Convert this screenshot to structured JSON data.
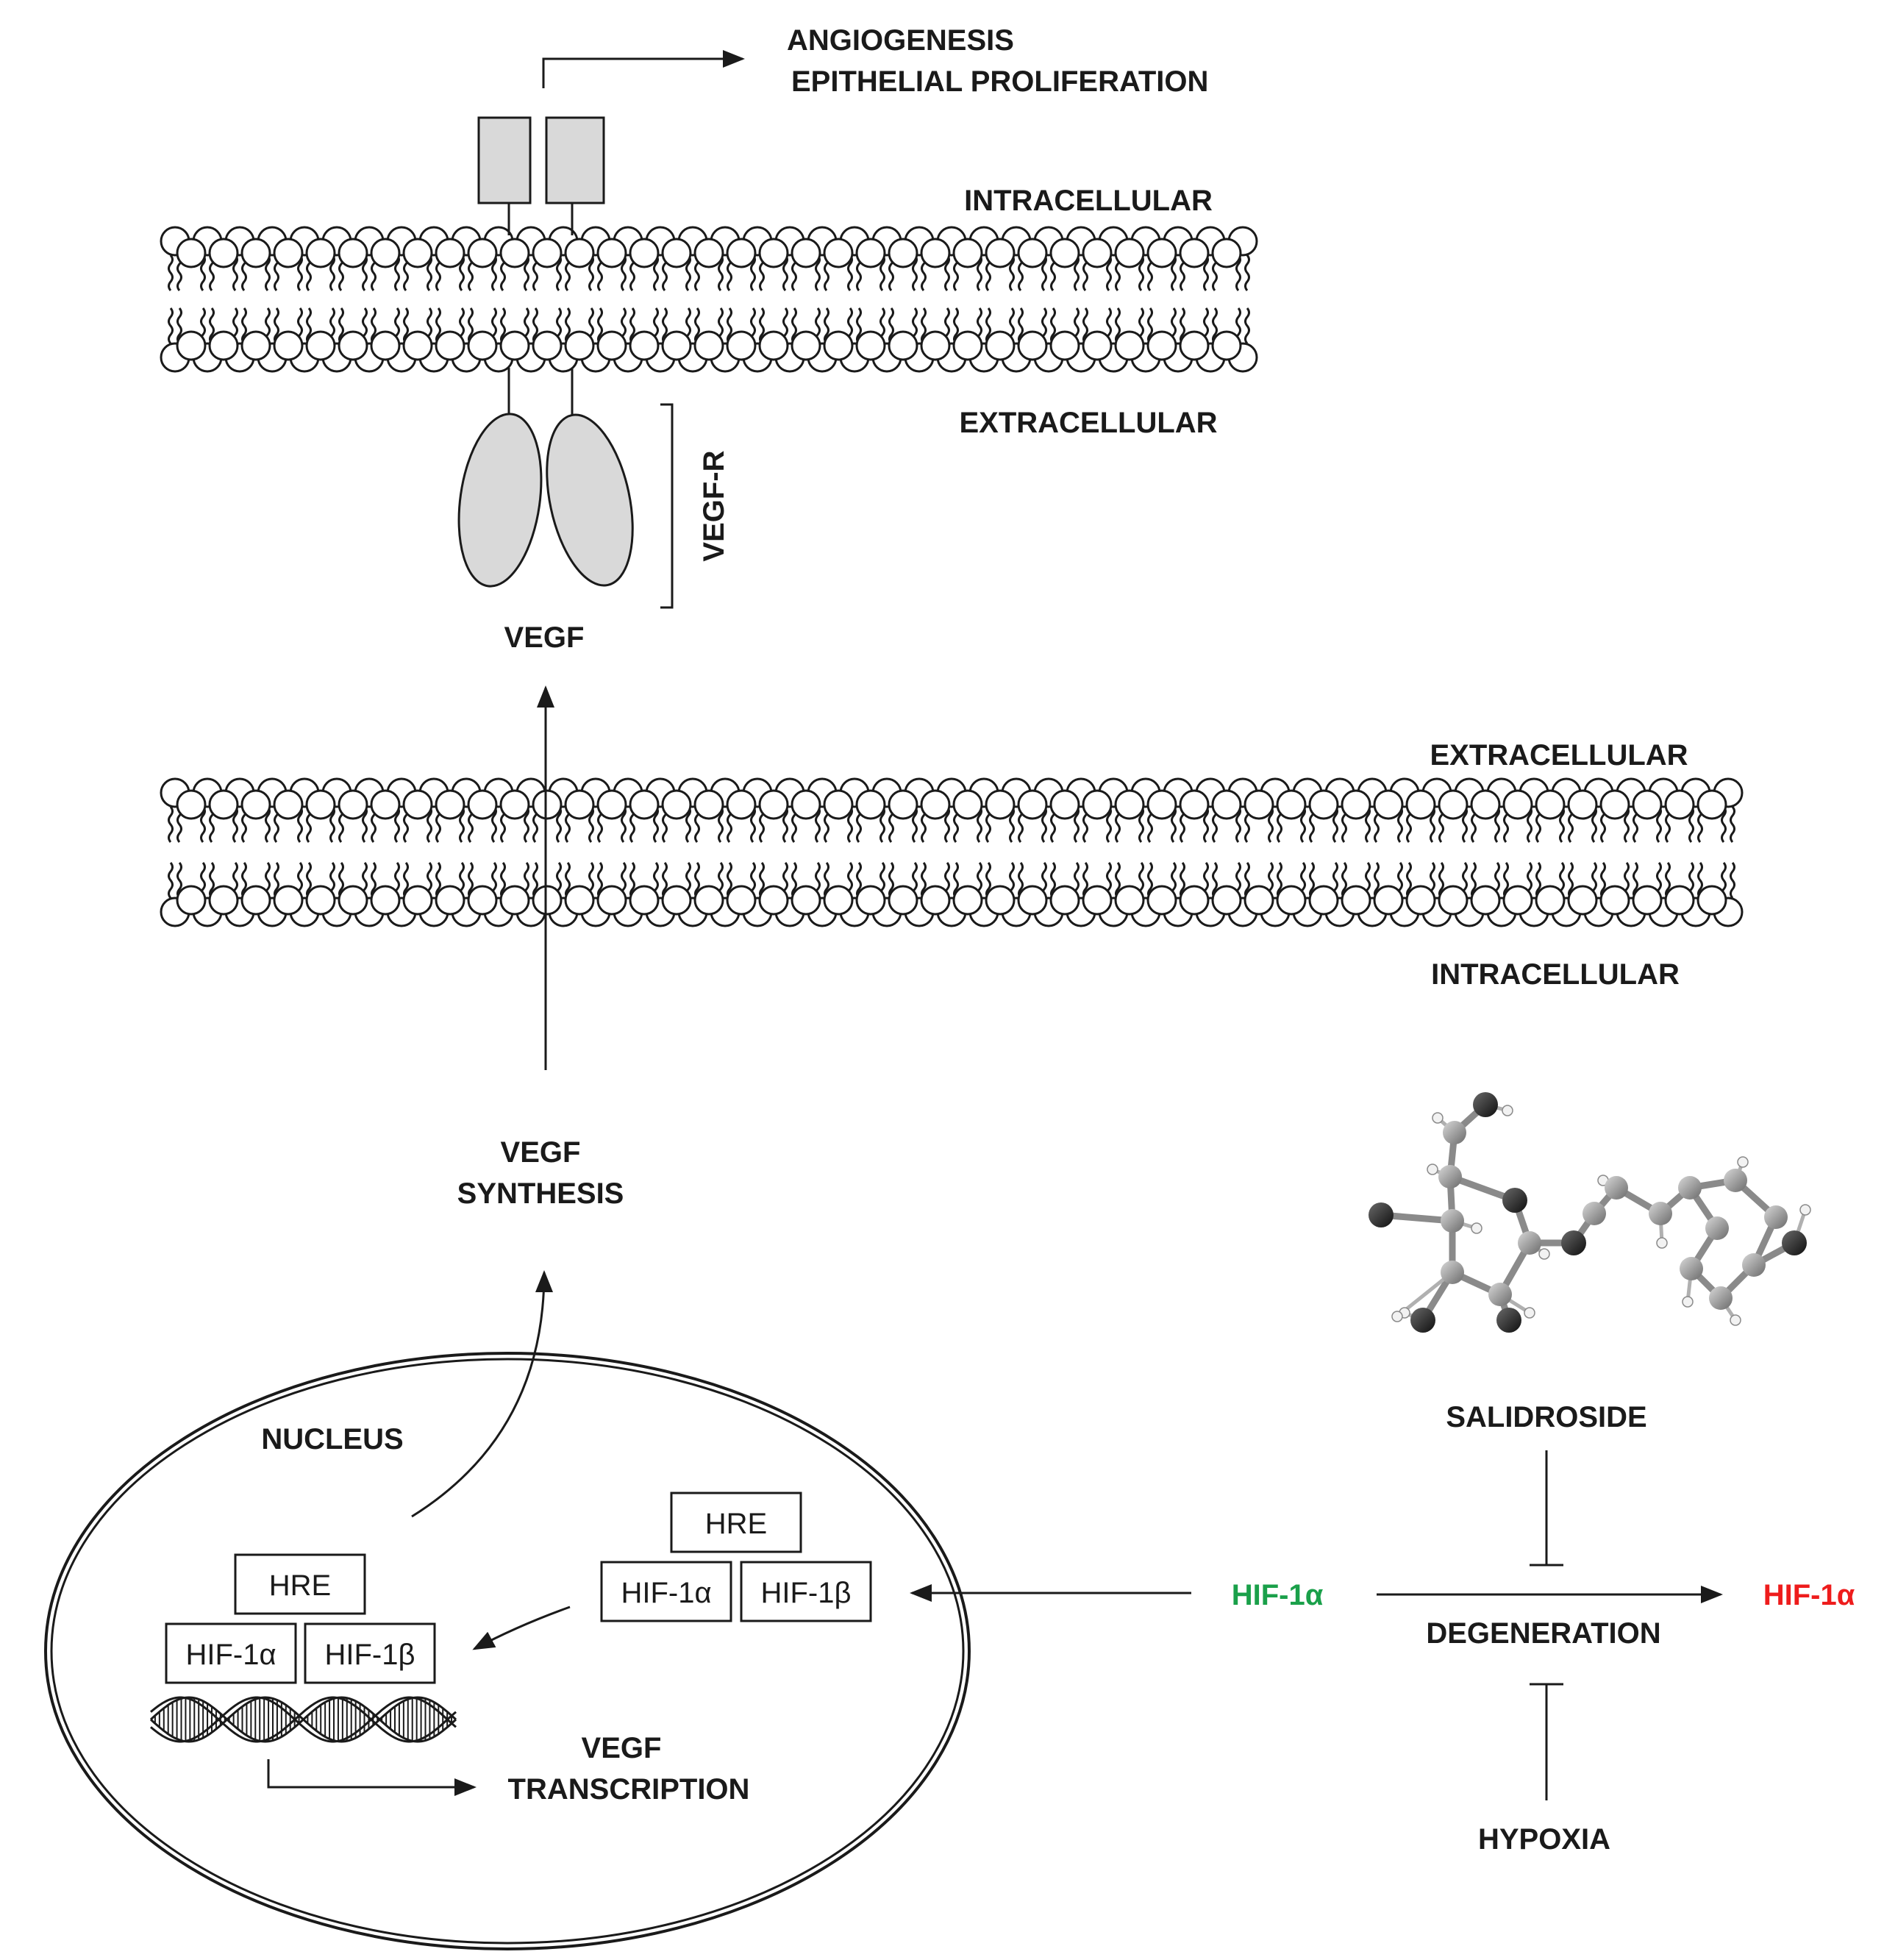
{
  "labels": {
    "angiogenesis": "ANGIOGENESIS",
    "epithelial_proliferation": "EPITHELIAL PROLIFERATION",
    "intracellular_top": "INTRACELLULAR",
    "extracellular_top": "EXTRACELLULAR",
    "vegf_r": "VEGF-R",
    "vegf": "VEGF",
    "extracellular_mid": "EXTRACELLULAR",
    "intracellular_mid": "INTRACELLULAR",
    "vegf_synthesis_1": "VEGF",
    "vegf_synthesis_2": "SYNTHESIS",
    "nucleus": "NUCLEUS",
    "vegf_transcription_1": "VEGF",
    "vegf_transcription_2": "TRANSCRIPTION",
    "salidroside": "SALIDROSIDE",
    "degeneration": "DEGENERATION",
    "hypoxia": "HYPOXIA"
  },
  "complex_outer": {
    "hre": "HRE",
    "hif1a": "HIF-1α",
    "hif1b": "HIF-1β"
  },
  "complex_inner": {
    "hre": "HRE",
    "hif1a": "HIF-1α",
    "hif1b": "HIF-1β"
  },
  "hif_stable": {
    "text": "HIF-1α",
    "color": "#1aa04a"
  },
  "hif_degraded": {
    "text": "HIF-1α",
    "color": "#ee1c1c"
  },
  "colors": {
    "ink": "#1a1a1a",
    "receptor_fill": "#d9d9d9",
    "lipid_head": "#ffffff"
  }
}
